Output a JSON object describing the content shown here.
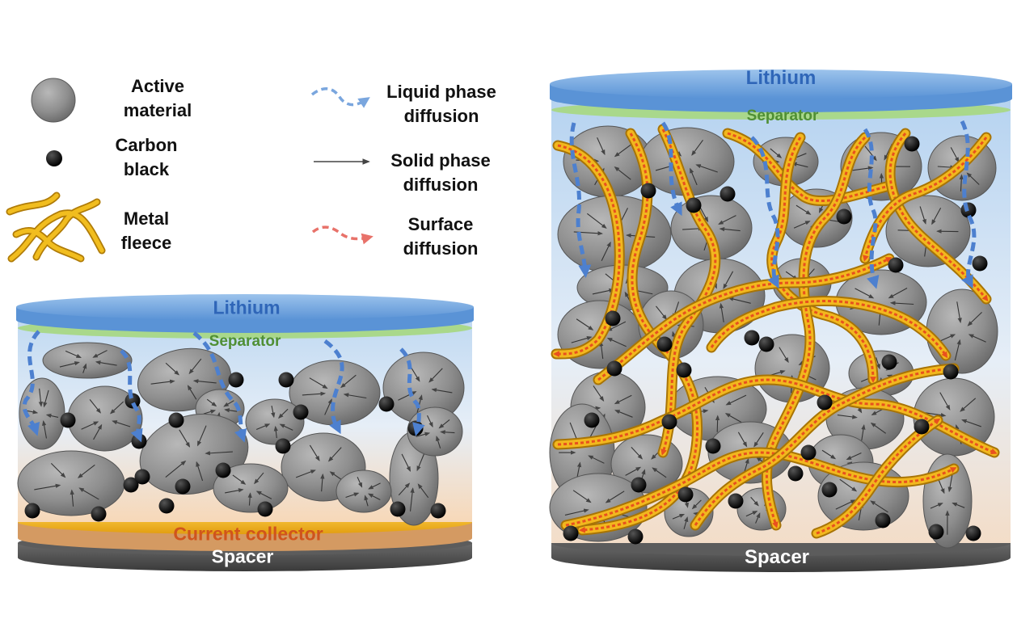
{
  "legend": {
    "active_material": {
      "line1": "Active",
      "line2": "material"
    },
    "carbon_black": {
      "line1": "Carbon",
      "line2": "black"
    },
    "metal_fleece": {
      "line1": "Metal",
      "line2": "fleece"
    },
    "liquid_phase": {
      "line1": "Liquid phase",
      "line2": "diffusion"
    },
    "solid_phase": {
      "line1": "Solid phase",
      "line2": "diffusion"
    },
    "surface": {
      "line1": "Surface",
      "line2": "diffusion"
    }
  },
  "left_cell": {
    "lithium": "Lithium",
    "separator": "Separator",
    "current_collector": "Current collector",
    "spacer": "Spacer"
  },
  "right_cell": {
    "lithium": "Lithium",
    "separator": "Separator",
    "spacer": "Spacer"
  },
  "colors": {
    "lithium": "#6fa3dc",
    "separator": "#a9d88b",
    "particle": "#8f8f8f",
    "carbon": "#0a0a0a",
    "fleece": "#e8a615",
    "liquid_arrow": "#4d80cf",
    "surface_arrow": "#e84b2e",
    "collector": "#f2b21b",
    "spacer": "#4d4d4d"
  }
}
